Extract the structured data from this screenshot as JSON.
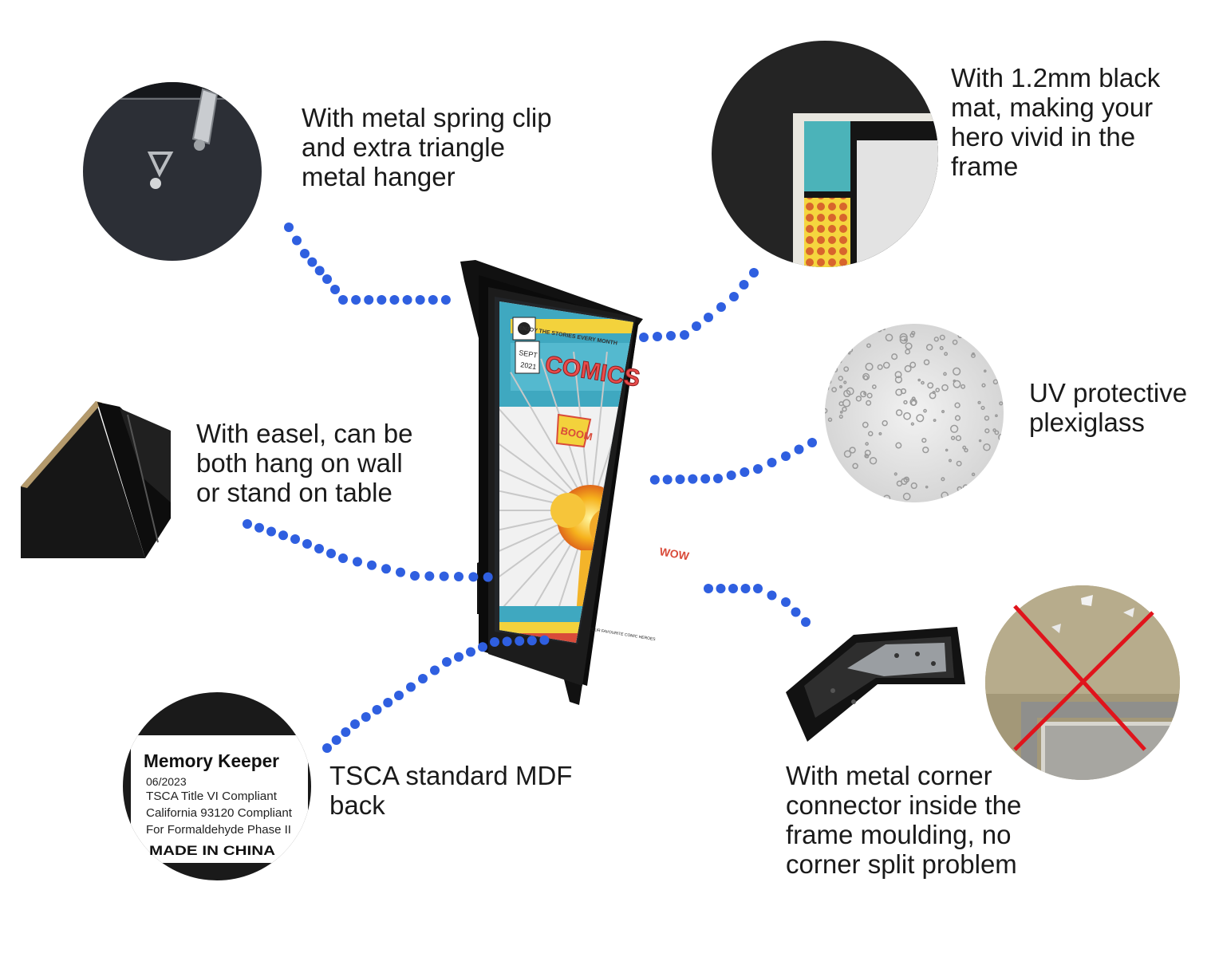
{
  "features": [
    {
      "lines": [
        "With metal spring clip",
        "and extra triangle",
        "metal hanger"
      ]
    },
    {
      "lines": [
        "With 1.2mm black",
        "mat, making your",
        "hero vivid in the",
        "frame"
      ]
    },
    {
      "lines": [
        "UV protective",
        "plexiglass"
      ]
    },
    {
      "lines": [
        "With easel, can be",
        "both hang on wall",
        "or stand on table"
      ]
    },
    {
      "lines": [
        "TSCA standard MDF",
        "back"
      ]
    },
    {
      "lines": [
        "With metal corner",
        "connector inside the",
        "frame moulding, no",
        "corner split problem"
      ]
    }
  ],
  "label": {
    "brand": "Memory Keeper",
    "date": "06/2023",
    "line1": "TSCA Title VI Compliant",
    "line2": "California 93120 Compliant",
    "line3": "For Formaldehyde Phase II",
    "line4": "MADE IN CHINA"
  },
  "poster": {
    "title": "COMICS",
    "banner": "ENJOY THE STORIES EVERY MONTH",
    "month": "SEPT",
    "year": "2021",
    "boom": "BOOM",
    "wow": "WOW",
    "footer": "YOUR FAVOURITE COMIC HEROES"
  },
  "colors": {
    "dots": "#2f5fe0",
    "frame": "#111111",
    "cross": "#e0141c"
  }
}
